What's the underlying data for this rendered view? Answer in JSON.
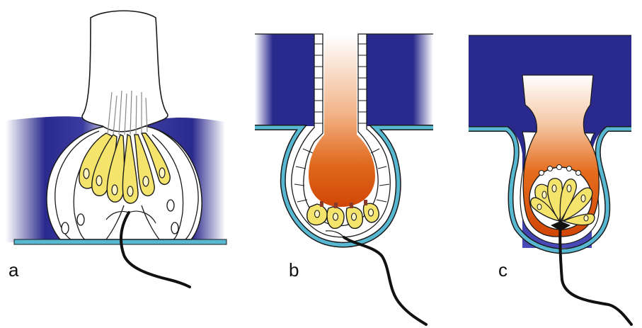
{
  "panels": [
    {
      "label": "a"
    },
    {
      "label": "b"
    },
    {
      "label": "c"
    }
  ],
  "colors": {
    "tissue_dark": "#2a2a8e",
    "tissue_fade": "#ffffff",
    "membrane": "#58b7d1",
    "sensory_cell": "#f4e46c",
    "cupula_top": "#ffffff",
    "cupula_bottom": "#d64a08",
    "nerve": "#111111",
    "outline": "#1a1a1a"
  }
}
